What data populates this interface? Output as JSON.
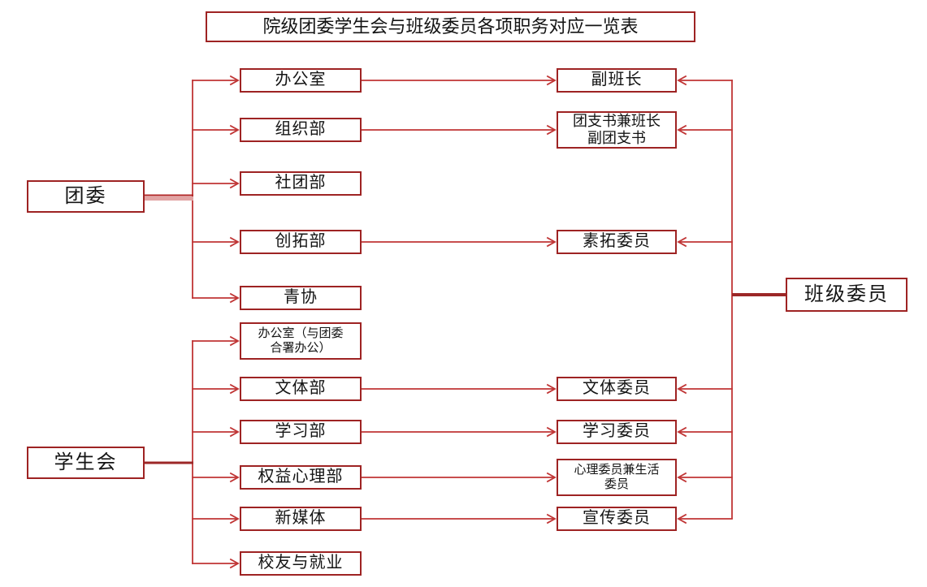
{
  "colors": {
    "border": "#9e2323",
    "line": "#c03535",
    "league_band": "#e2a3a3",
    "league_edge": "#b02424",
    "dark_link": "#9c2727"
  },
  "title": "院级团委学生会与班级委员各项职务对应一览表",
  "groups": {
    "league": "团委",
    "union": "学生会",
    "class_committee": "班级委员"
  },
  "departments": {
    "office": "办公室",
    "organization": "组织部",
    "clubs": "社团部",
    "innovation": "创拓部",
    "youth_volunteers": "青协",
    "office_joint_line1": "办公室（与团委",
    "office_joint_line2": "合署办公）",
    "culture_sports": "文体部",
    "study": "学习部",
    "rights_psychology": "权益心理部",
    "new_media": "新媒体",
    "alumni_employment": "校友与就业"
  },
  "roles": {
    "deputy_monitor": "副班长",
    "league_secretary_line1": "团支书兼班长",
    "league_secretary_line2": "副团支书",
    "quality_development": "素拓委员",
    "culture_sports": "文体委员",
    "study": "学习委员",
    "psychology_life_line1": "心理委员兼生活",
    "psychology_life_line2": "委员",
    "publicity": "宣传委员"
  }
}
